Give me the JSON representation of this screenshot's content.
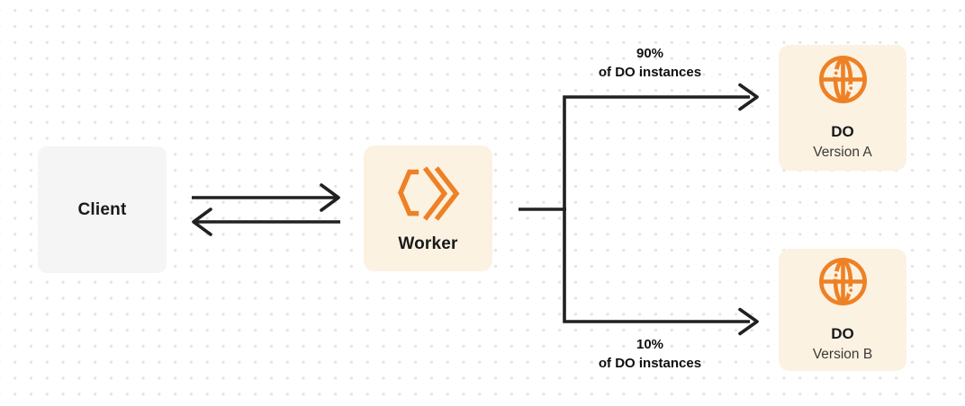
{
  "nodes": {
    "client": {
      "label": "Client"
    },
    "worker": {
      "label": "Worker",
      "icon": "cloudflare-workers-logo-icon"
    },
    "do_version_a": {
      "title": "DO",
      "subtitle": "Version A",
      "icon": "durable-object-globe-icon"
    },
    "do_version_b": {
      "title": "DO",
      "subtitle": "Version B",
      "icon": "durable-object-globe-icon"
    }
  },
  "labels": {
    "branch_top": {
      "percent": "90%",
      "caption": "of DO instances"
    },
    "branch_bottom": {
      "percent": "10%",
      "caption": "of DO instances"
    }
  },
  "edges": {
    "client_to_worker": "request arrow (right)",
    "worker_to_client": "response arrow (left)",
    "worker_fork": "split to 90% / 10% branches"
  },
  "colors": {
    "accent_orange": "#EE8125",
    "box_cream": "#FCF2E2",
    "box_gray": "#F5F5F6",
    "line_dark": "#212121",
    "dot_grid": "#E5E3E3",
    "text_dark": "#18191B",
    "text_soft": "#3B3A37"
  }
}
